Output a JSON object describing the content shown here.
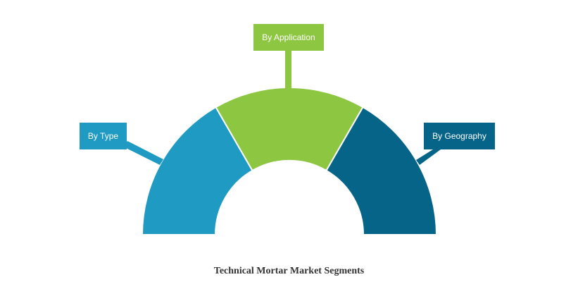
{
  "title": "Technical Mortar Market Segments",
  "segments": [
    {
      "label": "By Type",
      "color": "#1e9ac3"
    },
    {
      "label": "By Application",
      "color": "#8dc641"
    },
    {
      "label": "By Geography",
      "color": "#066488"
    }
  ]
}
